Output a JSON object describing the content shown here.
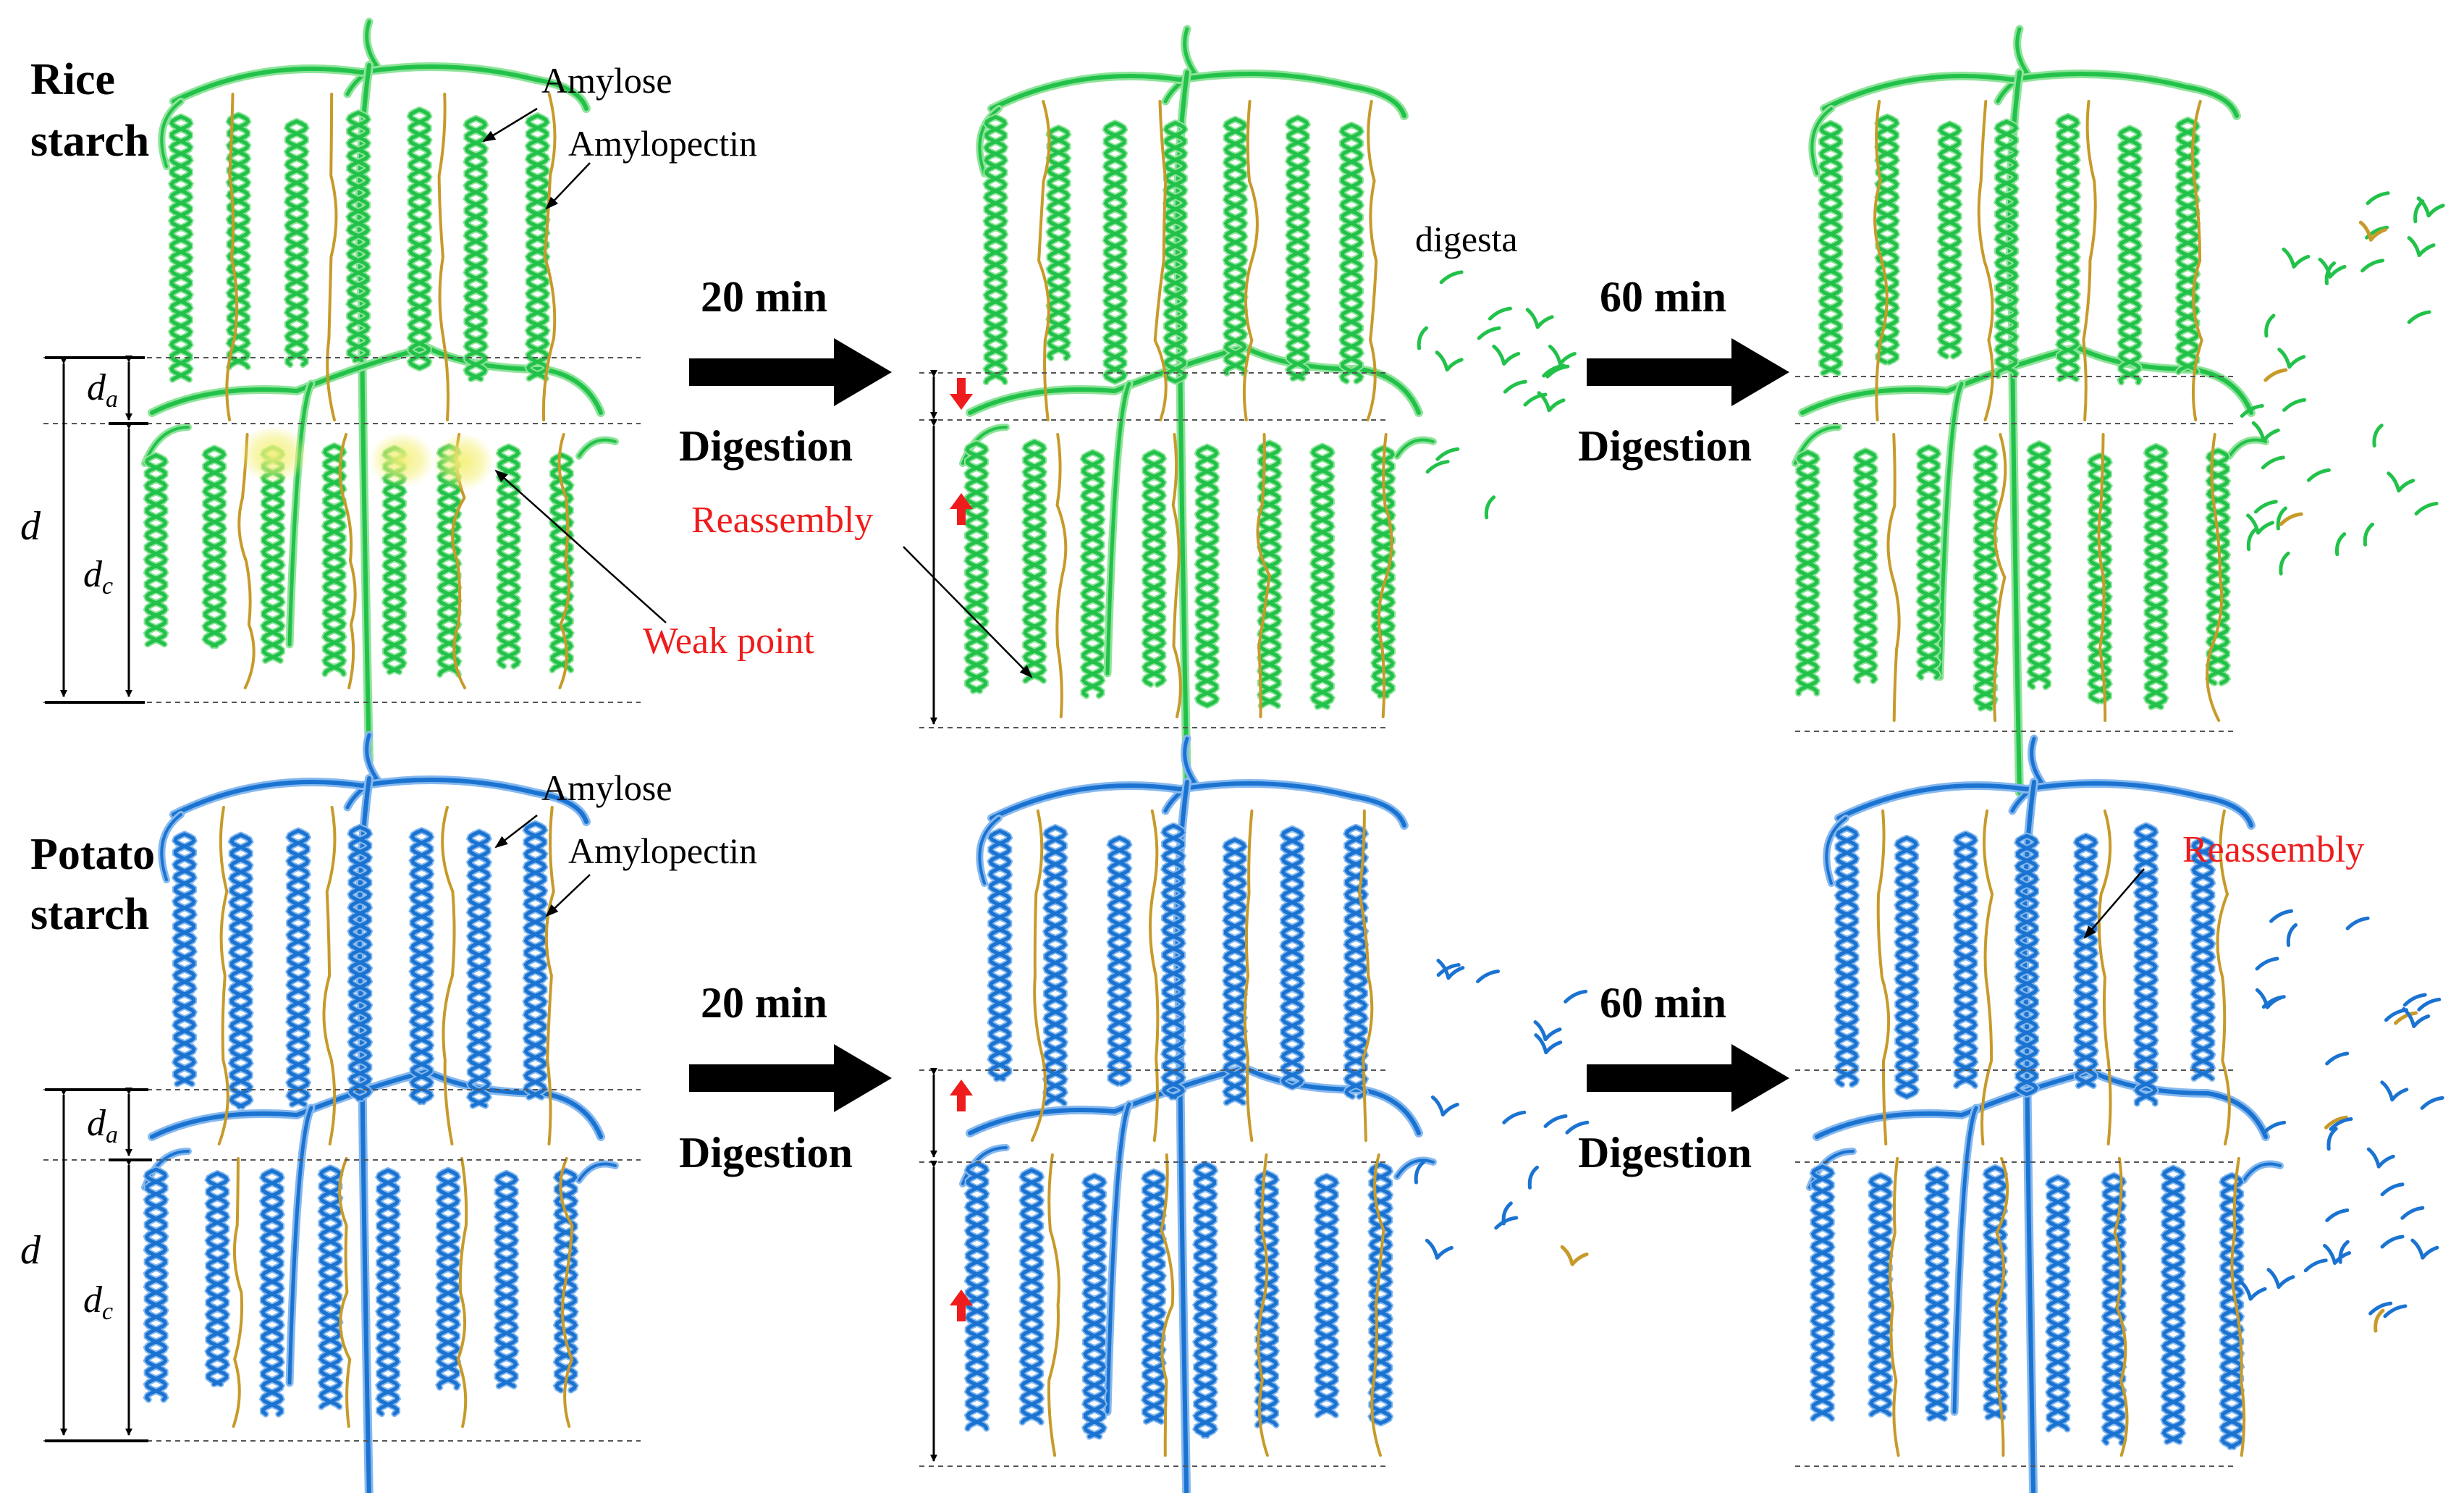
{
  "colors": {
    "rice": "#22c24a",
    "rice_light": "#8fe39a",
    "potato": "#1b73d1",
    "potato_light": "#85b8ee",
    "amylose": "#c79a2a",
    "label_red": "#ee1c1c",
    "black": "#000000",
    "weak_glow": "#f4f07a"
  },
  "rice": {
    "title_line1": "Rice",
    "title_line2": "starch",
    "label_amylose": "Amylose",
    "label_amylopectin": "Amylopectin",
    "label_weak_point": "Weak point",
    "label_reassembly": "Reassembly",
    "label_digesta": "digesta",
    "step1_time": "20 min",
    "step1_action": "Digestion",
    "step2_time": "60 min",
    "step2_action": "Digestion"
  },
  "potato": {
    "title_line1": "Potato",
    "title_line2": "starch",
    "label_amylose": "Amylose",
    "label_amylopectin": "Amylopectin",
    "label_reassembly": "Reassembly",
    "step1_time": "20 min",
    "step1_action": "Digestion",
    "step2_time": "60 min",
    "step2_action": "Digestion"
  },
  "dimensions": {
    "d": "d",
    "da_base": "d",
    "da_sub": "a",
    "dc_base": "d",
    "dc_sub": "c"
  },
  "icons": {
    "process_arrow": "right-arrow-icon",
    "trend_up": "red-up-arrow-icon",
    "trend_down": "red-down-arrow-icon"
  }
}
